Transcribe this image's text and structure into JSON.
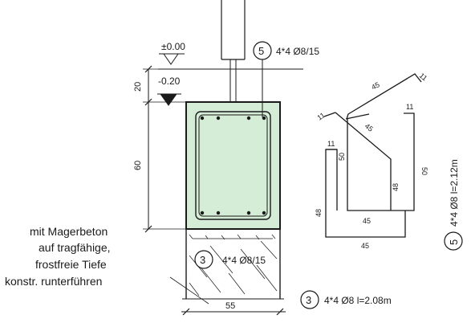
{
  "levels": {
    "top": "±0.00",
    "bottom": "-0.20"
  },
  "dimensions": {
    "upper_height": "20",
    "footing_height": "60",
    "footing_width": "55"
  },
  "callouts": {
    "stirrups": {
      "number": "5",
      "spec": "4*4 Ø8/15",
      "length_spec": "4*4 Ø8 l=2.12m"
    },
    "ties": {
      "number": "3",
      "spec": "4*4 Ø8/15",
      "length_spec": "4*4 Ø8 l=2.08m"
    }
  },
  "note": {
    "line1": "mit Magerbeton",
    "line2": "auf tragfähige,",
    "line3": "frostfreie Tiefe",
    "line4": "konstr. runterführen"
  },
  "bar_shape_5": {
    "seg_top_long": "45",
    "seg_hook_right": "11",
    "seg_hook_left": "11",
    "seg_diag": "45",
    "seg_right_vert": "50",
    "seg_bottom_in": "48"
  },
  "bar_shape_3": {
    "hook": "11",
    "top_hook_right": "11",
    "left_vert": "48",
    "inner_vert": "50",
    "bottom_mid": "45",
    "bottom": "45"
  },
  "colors": {
    "concrete_fill": "#d5ecd6",
    "line": "#1a1a1a"
  }
}
